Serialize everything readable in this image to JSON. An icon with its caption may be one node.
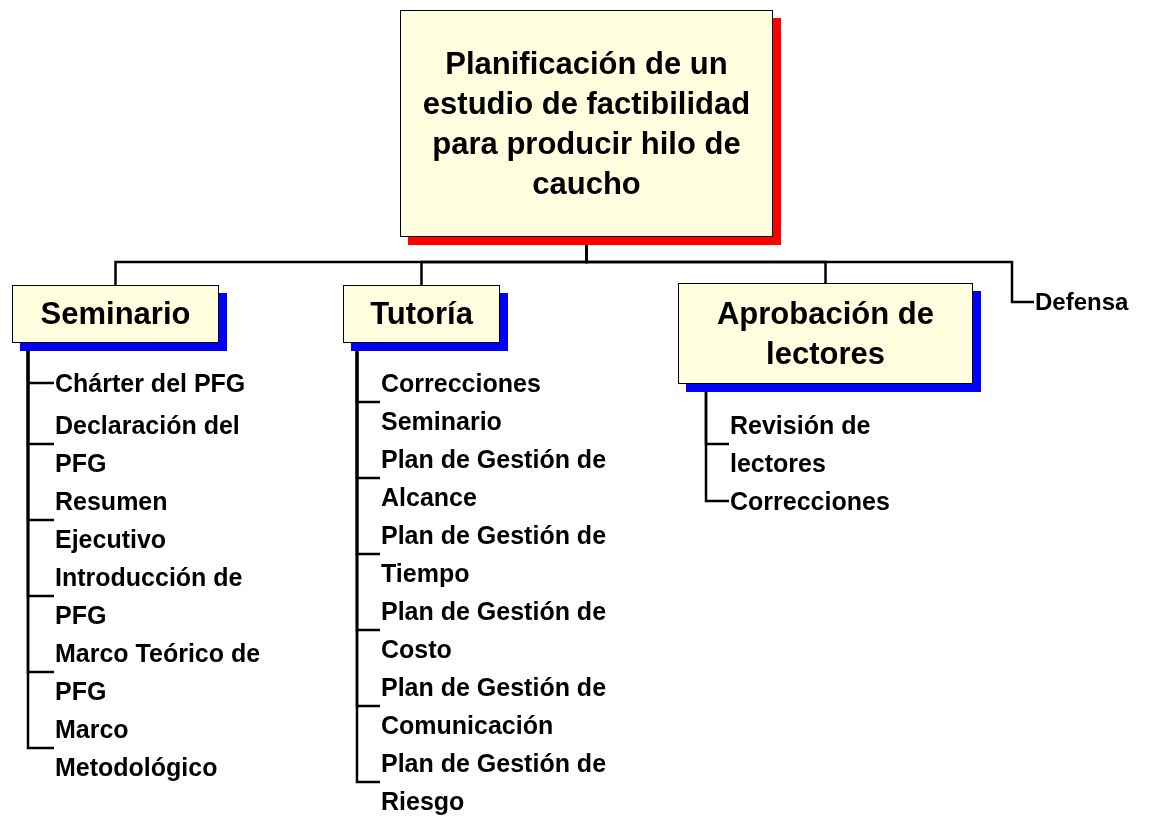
{
  "diagram": {
    "nodes": [
      {
        "text": [
          "Planificación de un estudio de factibilidad para producir hilo de caucho"
        ]
      },
      {
        "text": [
          "Seminario"
        ]
      },
      {
        "text": [
          "Tutoría"
        ]
      },
      {
        "text": [
          "Aprobación de lectores"
        ]
      },
      {
        "text": [
          "Defensa"
        ]
      },
      {
        "text": [
          "Chárter del PFG"
        ]
      },
      {
        "text": [
          "Declaración del PFG"
        ]
      },
      {
        "text": [
          "Resumen Ejecutivo"
        ]
      },
      {
        "text": [
          "Introducción de PFG"
        ]
      },
      {
        "text": [
          "Marco Teórico de PFG"
        ]
      },
      {
        "text": [
          "Marco Metodológico"
        ]
      },
      {
        "text": [
          "Correcciones Seminario"
        ]
      },
      {
        "text": [
          "Plan de Gestión de Alcance"
        ]
      },
      {
        "text": [
          "Plan de Gestión de Tiempo"
        ]
      },
      {
        "text": [
          "Plan de Gestión de Costo"
        ]
      },
      {
        "text": [
          "Plan de Gestión de Comunicación"
        ]
      },
      {
        "text": [
          "Plan de Gestión de Riesgo"
        ]
      },
      {
        "text": [
          "Revisión de lectores"
        ]
      },
      {
        "text": [
          "Correcciones"
        ]
      }
    ],
    "edges": [
      {
        "from": 0,
        "to": 1,
        "arrow": "none"
      },
      {
        "from": 0,
        "to": 2,
        "arrow": "none"
      },
      {
        "from": 0,
        "to": 3,
        "arrow": "none"
      },
      {
        "from": 0,
        "to": 4,
        "arrow": "none"
      },
      {
        "from": 1,
        "to": 5,
        "arrow": "none"
      },
      {
        "from": 1,
        "to": 6,
        "arrow": "none"
      },
      {
        "from": 1,
        "to": 7,
        "arrow": "none"
      },
      {
        "from": 1,
        "to": 8,
        "arrow": "none"
      },
      {
        "from": 1,
        "to": 9,
        "arrow": "none"
      },
      {
        "from": 1,
        "to": 10,
        "arrow": "none"
      },
      {
        "from": 2,
        "to": 11,
        "arrow": "none"
      },
      {
        "from": 2,
        "to": 12,
        "arrow": "none"
      },
      {
        "from": 2,
        "to": 13,
        "arrow": "none"
      },
      {
        "from": 2,
        "to": 14,
        "arrow": "none"
      },
      {
        "from": 2,
        "to": 15,
        "arrow": "none"
      },
      {
        "from": 2,
        "to": 16,
        "arrow": "none"
      },
      {
        "from": 3,
        "to": 17,
        "arrow": "none"
      },
      {
        "from": 3,
        "to": 18,
        "arrow": "none"
      }
    ]
  }
}
